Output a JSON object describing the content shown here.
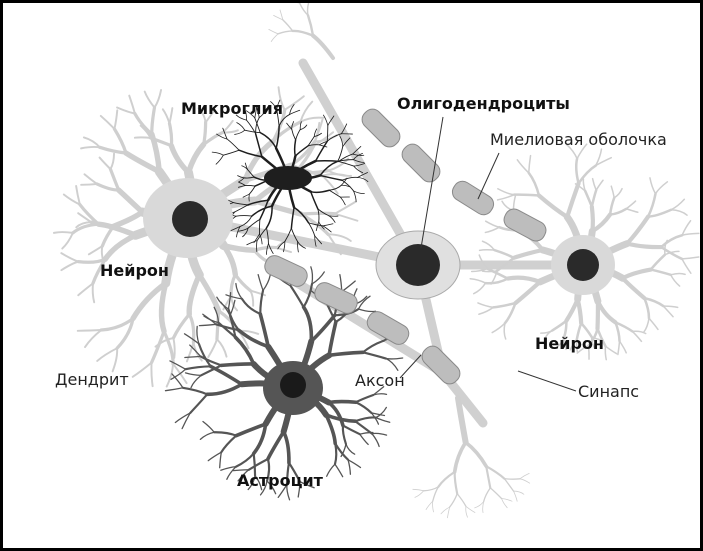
{
  "labels": {
    "microglia": "Микроглия",
    "oligodendrocytes": "Олигодендроциты",
    "myelin_sheath": "Миелиовая оболочка",
    "neuron_left": "Нейрон",
    "neuron_right": "Нейрон",
    "dendrite": "Дендрит",
    "axon": "Аксон",
    "synapse": "Синапс",
    "astrocyte": "Астроцит"
  },
  "colors": {
    "neuron": "#d9d9d9",
    "nucleus": "#2a2a2a",
    "astrocyte": "#555555",
    "microglia": "#1e1e1e",
    "myelin": "#bdbdbd"
  }
}
